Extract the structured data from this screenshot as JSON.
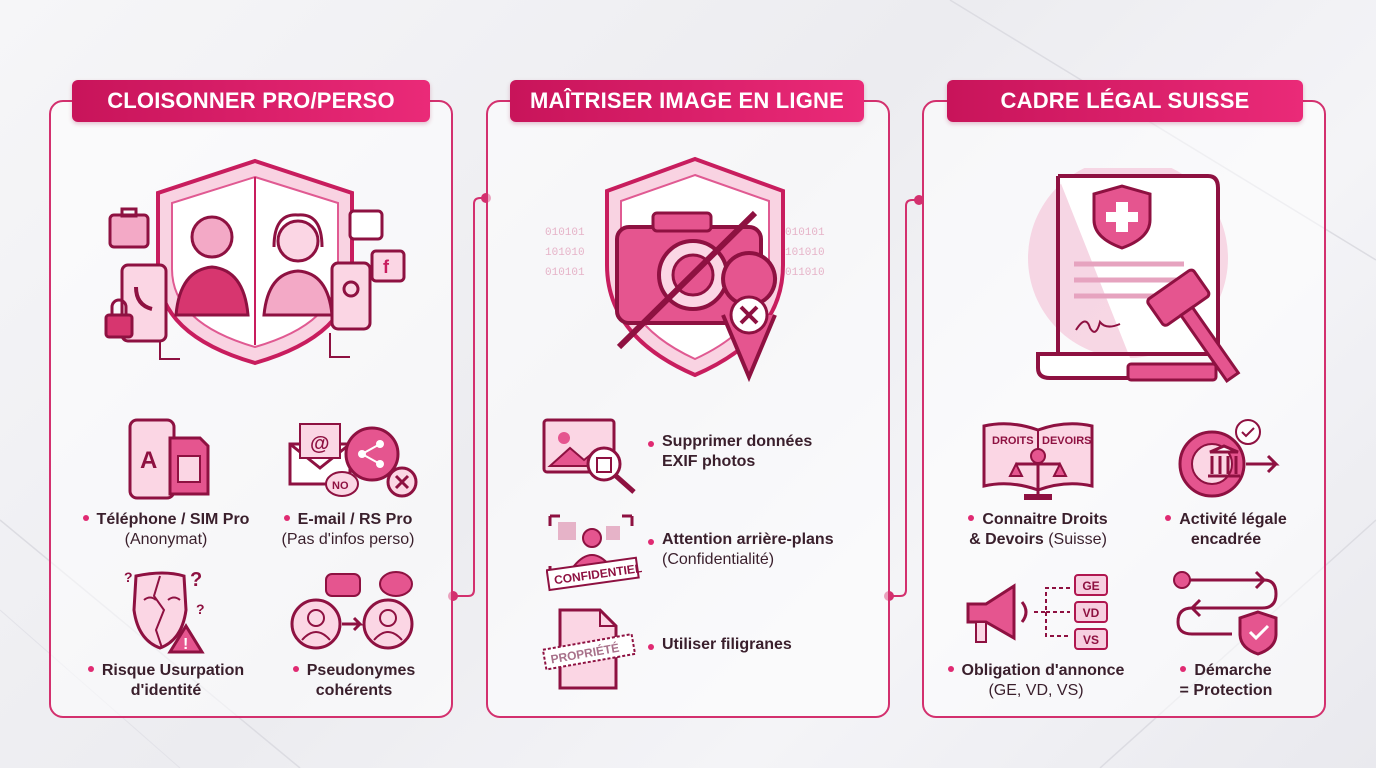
{
  "colors": {
    "accent": "#d3306e",
    "accent_dark": "#8e1141",
    "light_pink": "#f7cfe0"
  },
  "panels": [
    {
      "title": "CLOISONNER PRO/PERSO",
      "hero_icon": "shield-person-devices-icon",
      "items": [
        {
          "icon": "phone-sim-icon",
          "bold": "Téléphone / SIM Pro",
          "normal": "(Anonymat)"
        },
        {
          "icon": "email-share-icon",
          "bold": "E-mail / RS Pro",
          "normal": "(Pas d'infos perso)",
          "badge": "NO"
        },
        {
          "icon": "cracked-mask-icon",
          "bold": "Risque Usurpation",
          "bold2": "d'identité"
        },
        {
          "icon": "pseudonym-people-icon",
          "bold": "Pseudonymes",
          "bold2": "cohérents"
        }
      ]
    },
    {
      "title": "MAÎTRISER IMAGE EN LIGNE",
      "hero_icon": "shield-camera-blocked-icon",
      "rows": [
        {
          "icon": "image-delete-icon",
          "bold": "Supprimer données",
          "bold2": "EXIF photos"
        },
        {
          "icon": "confidential-photo-icon",
          "bold": "Attention arrière-plans",
          "normal": "(Confidentialité)",
          "stamp": "CONFIDENTIEL"
        },
        {
          "icon": "watermark-file-icon",
          "bold": "Utiliser filigranes",
          "stamp": "PROPRIÉTÉ"
        }
      ]
    },
    {
      "title": "CADRE LÉGAL SUISSE",
      "hero_icon": "legal-document-gavel-icon",
      "items": [
        {
          "icon": "rights-duties-book-icon",
          "bold": "Connaitre Droits",
          "bold_inline": "& Devoirs",
          "normal_inline": " (Suisse)",
          "book_left": "DROITS",
          "book_right": "DEVOIRS"
        },
        {
          "icon": "gear-bank-icon",
          "bold": "Activité légale",
          "bold2": "encadrée"
        },
        {
          "icon": "megaphone-cantons-icon",
          "bold": "Obligation d'annonce",
          "normal": "(GE, VD, VS)",
          "tags": [
            "GE",
            "VD",
            "VS"
          ]
        },
        {
          "icon": "process-shield-icon",
          "bold": "Démarche",
          "bold2": "= Protection"
        }
      ]
    }
  ]
}
